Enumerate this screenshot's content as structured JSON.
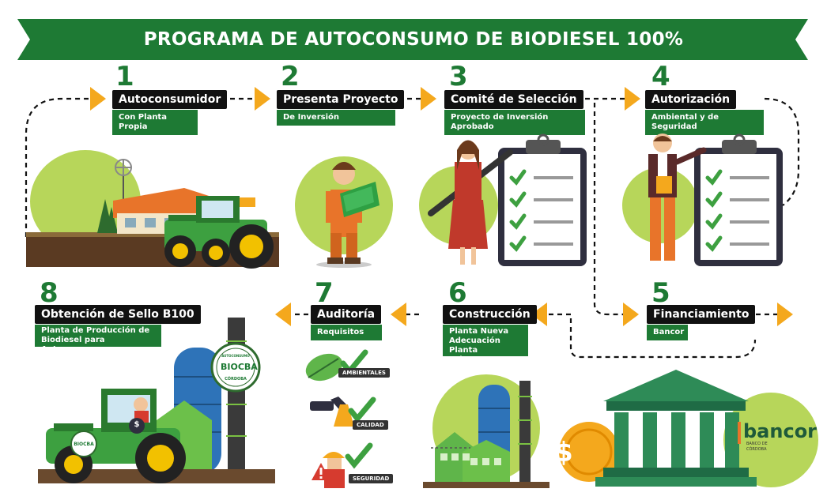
{
  "title": "PROGRAMA DE AUTOCONSUMO DE BIODIESEL 100%",
  "steps": [
    {
      "number": "1",
      "label": "Autoconsumidor",
      "detail": "Con Planta Propia"
    },
    {
      "number": "2",
      "label": "Presenta Proyecto",
      "detail": "De Inversión"
    },
    {
      "number": "3",
      "label": "Comité de Selección",
      "detail": "Proyecto de Inversión Aprobado"
    },
    {
      "number": "4",
      "label": "Autorización",
      "detail": "Ambiental y de Seguridad"
    },
    {
      "number": "5",
      "label": "Financiamiento",
      "detail": "Bancor"
    },
    {
      "number": "6",
      "label": "Construcción",
      "detail_lines": [
        "Planta Nueva",
        "Adecuación Planta",
        "Existente"
      ]
    },
    {
      "number": "7",
      "label": "Auditoría",
      "detail": "Requisitos",
      "requirements": [
        "AMBIENTALES",
        "CALIDAD",
        "SEGURIDAD"
      ]
    },
    {
      "number": "8",
      "label": "Obtención de Sello B100",
      "detail_lines": [
        "Planta de Producción de",
        "Biodiesel para Autoconsumo"
      ]
    }
  ],
  "seal": {
    "top": "AUTOCONSUMO",
    "center": "BIOCBA",
    "bottom": "CÓRDOBA"
  },
  "tractor_badge": "BIOCBA",
  "bank": {
    "name": "bancor",
    "tagline_1": "BANCO DE",
    "tagline_2": "CÓRDOBA"
  },
  "colors": {
    "green": "#1e7a34",
    "light_green": "#b7d65a",
    "orange": "#f4a81d",
    "dark": "#111111"
  }
}
